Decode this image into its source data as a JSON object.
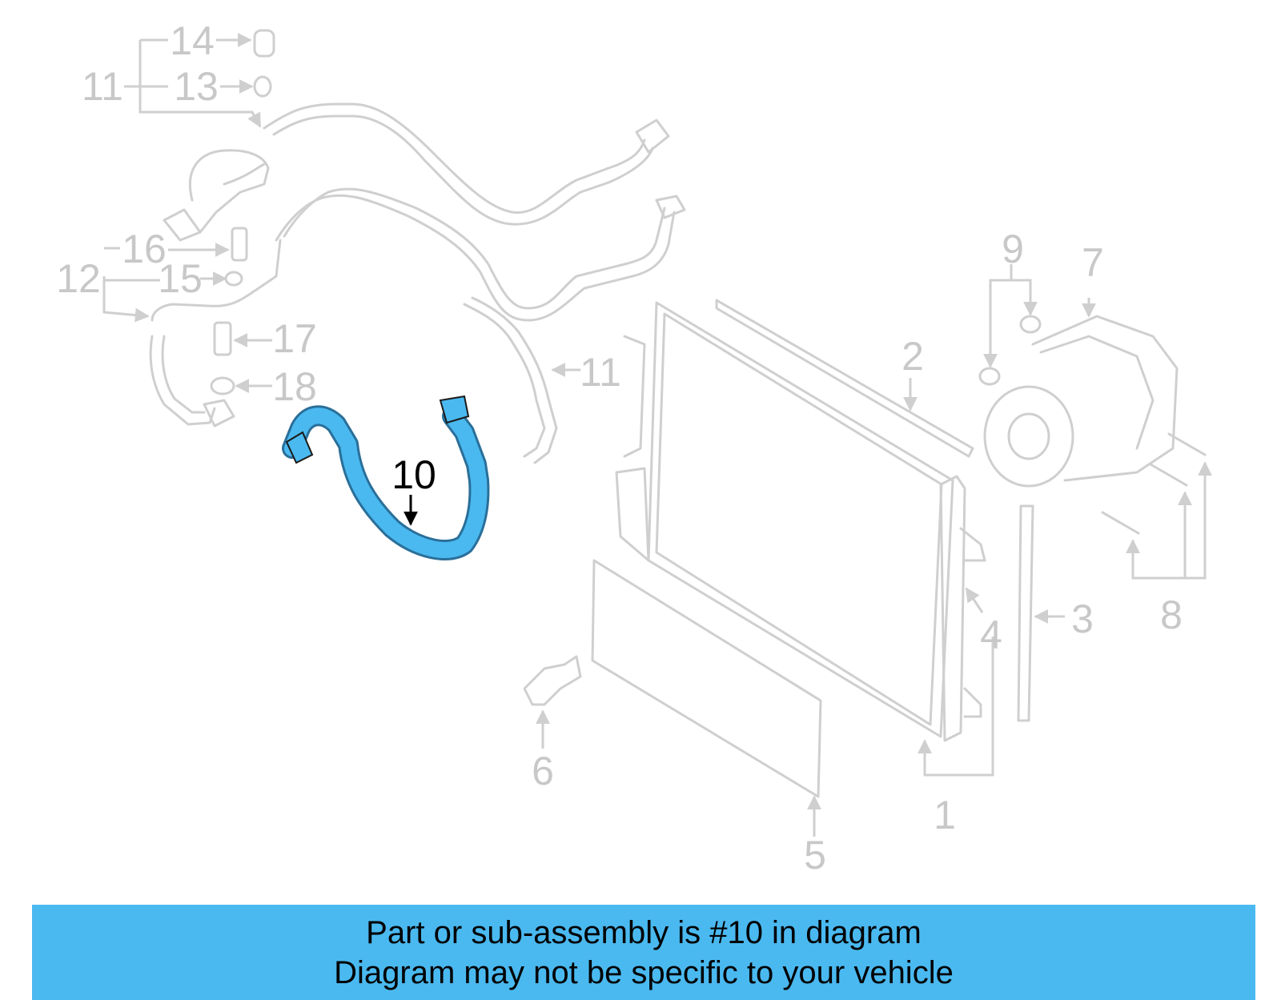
{
  "callouts": [
    "1",
    "2",
    "3",
    "4",
    "5",
    "6",
    "7",
    "8",
    "9",
    "10",
    "11",
    "11",
    "12",
    "13",
    "14",
    "15",
    "16",
    "17",
    "18"
  ],
  "highlight_part": "10",
  "highlight_color": "#4ab9f0",
  "banner": {
    "line1": "Part or sub-assembly is #10 in diagram",
    "line2": "Diagram may not be specific to your vehicle",
    "color": "#4ab9f0"
  }
}
